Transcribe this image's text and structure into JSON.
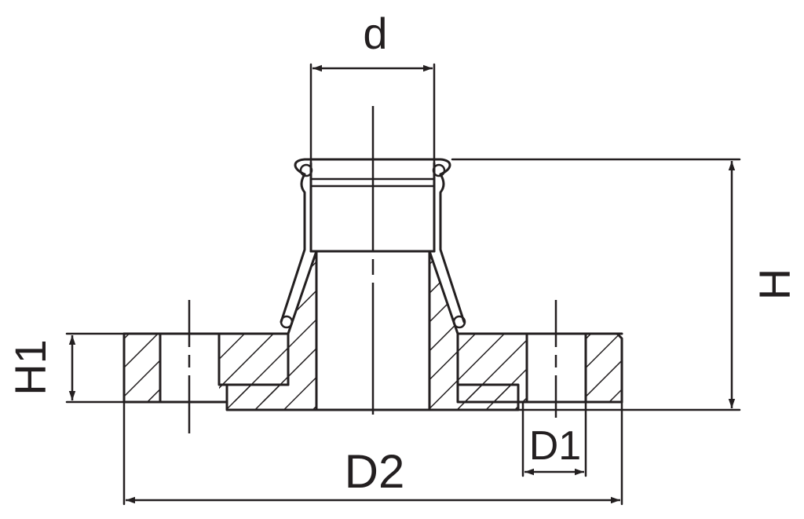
{
  "drawing": {
    "labels": {
      "d": "d",
      "H": "H",
      "H1": "H1",
      "D1": "D1",
      "D2": "D2"
    },
    "line_color": "#231f20"
  }
}
